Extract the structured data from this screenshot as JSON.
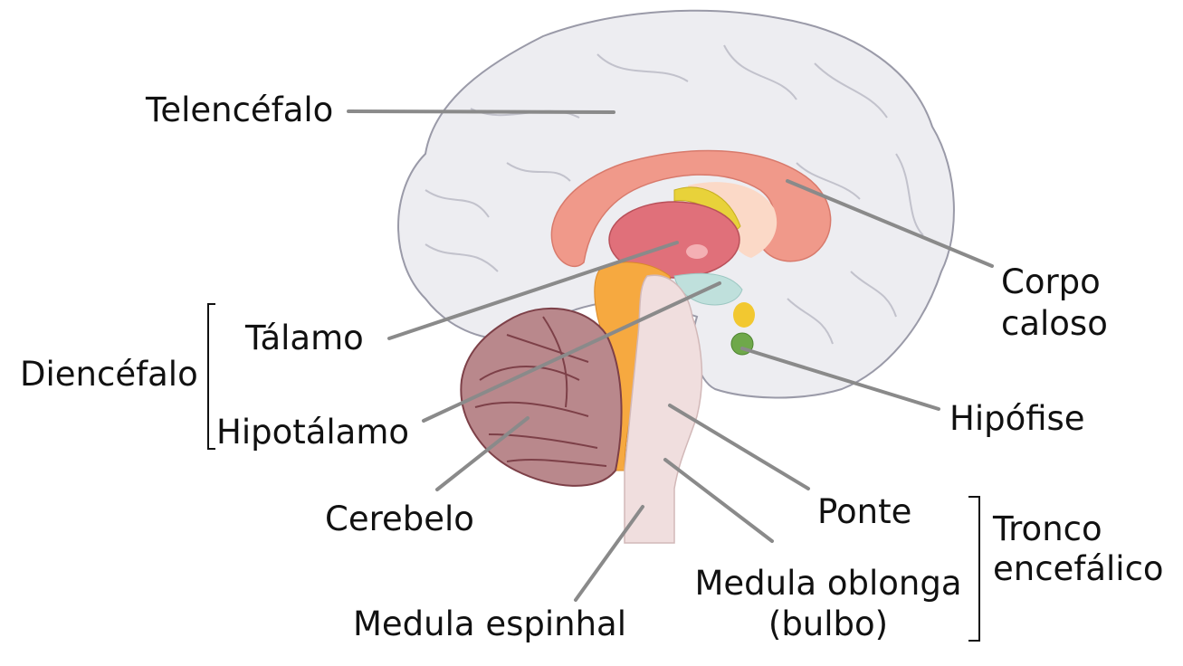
{
  "labels": {
    "telencefalo": "Telencéfalo",
    "corpo_caloso_1": "Corpo",
    "corpo_caloso_2": "caloso",
    "diencefalo": "Diencéfalo",
    "talamo": "Tálamo",
    "hipotalamo": "Hipotálamo",
    "hipofise": "Hipófise",
    "cerebelo": "Cerebelo",
    "ponte": "Ponte",
    "tronco_1": "Tronco",
    "tronco_2": "encefálico",
    "medula_oblonga_1": "Medula oblonga",
    "medula_oblonga_2": "(bulbo)",
    "medula_espinhal": "Medula espinhal"
  },
  "colors": {
    "cortex_fill": "#ededf1",
    "cortex_stroke": "#9a9aa8",
    "corpus_callosum": "#f0998a",
    "corpus_callosum_inner": "#fbd9c7",
    "thalamus": "#e0707a",
    "fornix": "#e8d23a",
    "hypothalamus": "#bfe0dc",
    "hypophysis": "#6fa84a",
    "hypophysis_stalk": "#f2c830",
    "brainstem": "#f6a940",
    "brainstem_inner": "#f0dede",
    "cerebellum": "#b9888c",
    "cerebellum_dark": "#7d4048",
    "leader_line": "#8a8a8a",
    "text": "#111111"
  }
}
